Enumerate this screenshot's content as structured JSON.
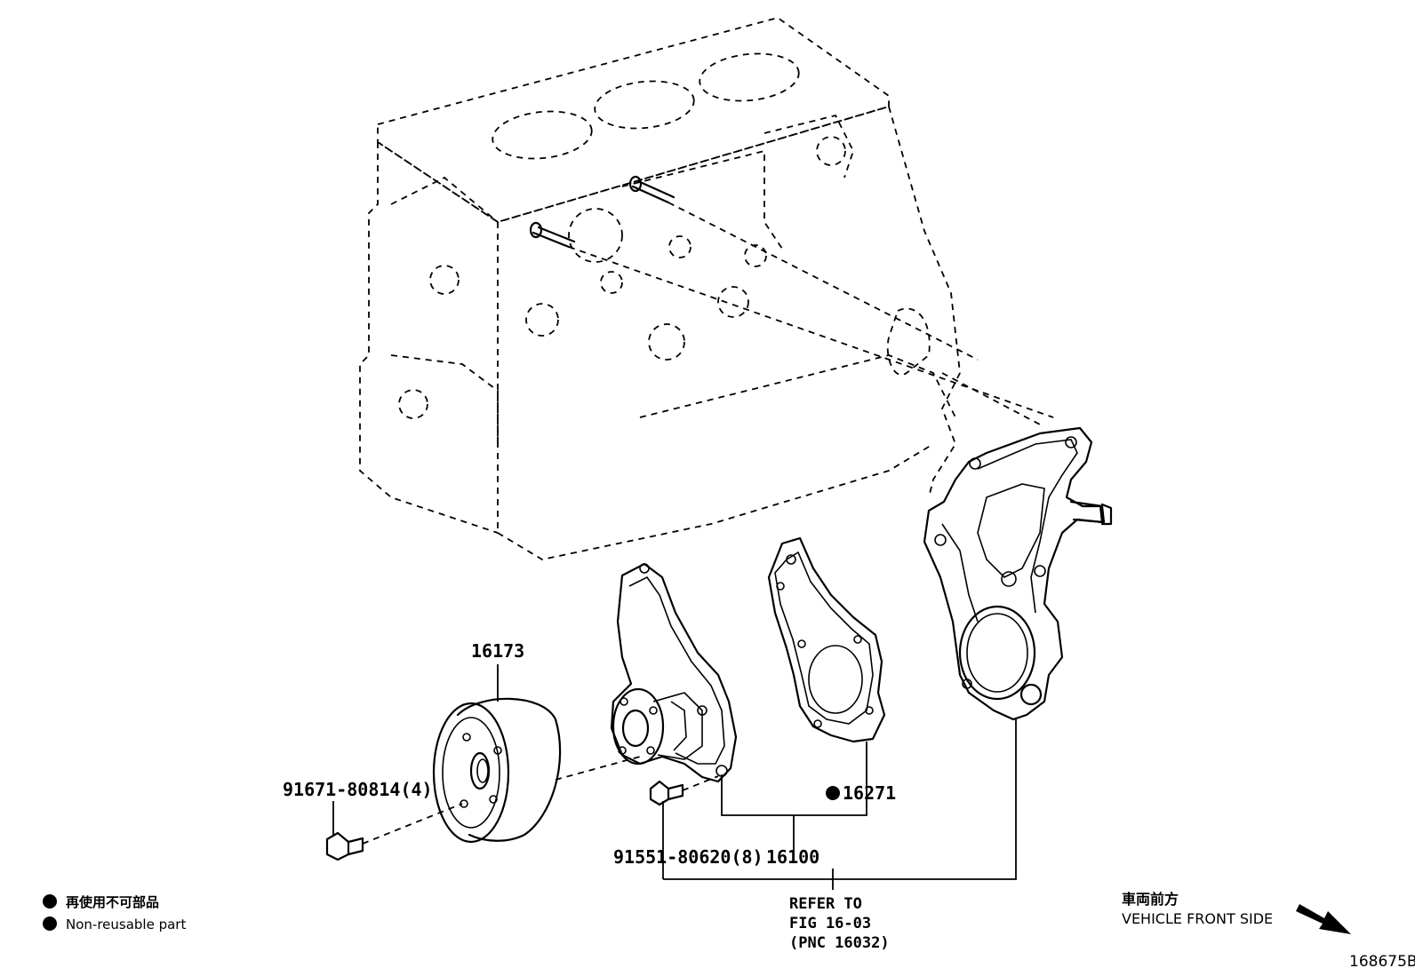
{
  "callouts": {
    "pulley": "16173",
    "pulley_bolt": "91671-80814(4)",
    "pump_bolt": "91551-80620(8)",
    "gasket": "16271",
    "pump_assy": "16100",
    "refer_line1": "REFER TO",
    "refer_line2": "FIG 16-03",
    "refer_line3": "(PNC 16032)"
  },
  "legend": {
    "jp": "再使用不可部品",
    "en": "Non-reusable part"
  },
  "direction": {
    "jp": "車両前方",
    "en": "VEHICLE FRONT SIDE"
  },
  "figure_id": "168675B"
}
